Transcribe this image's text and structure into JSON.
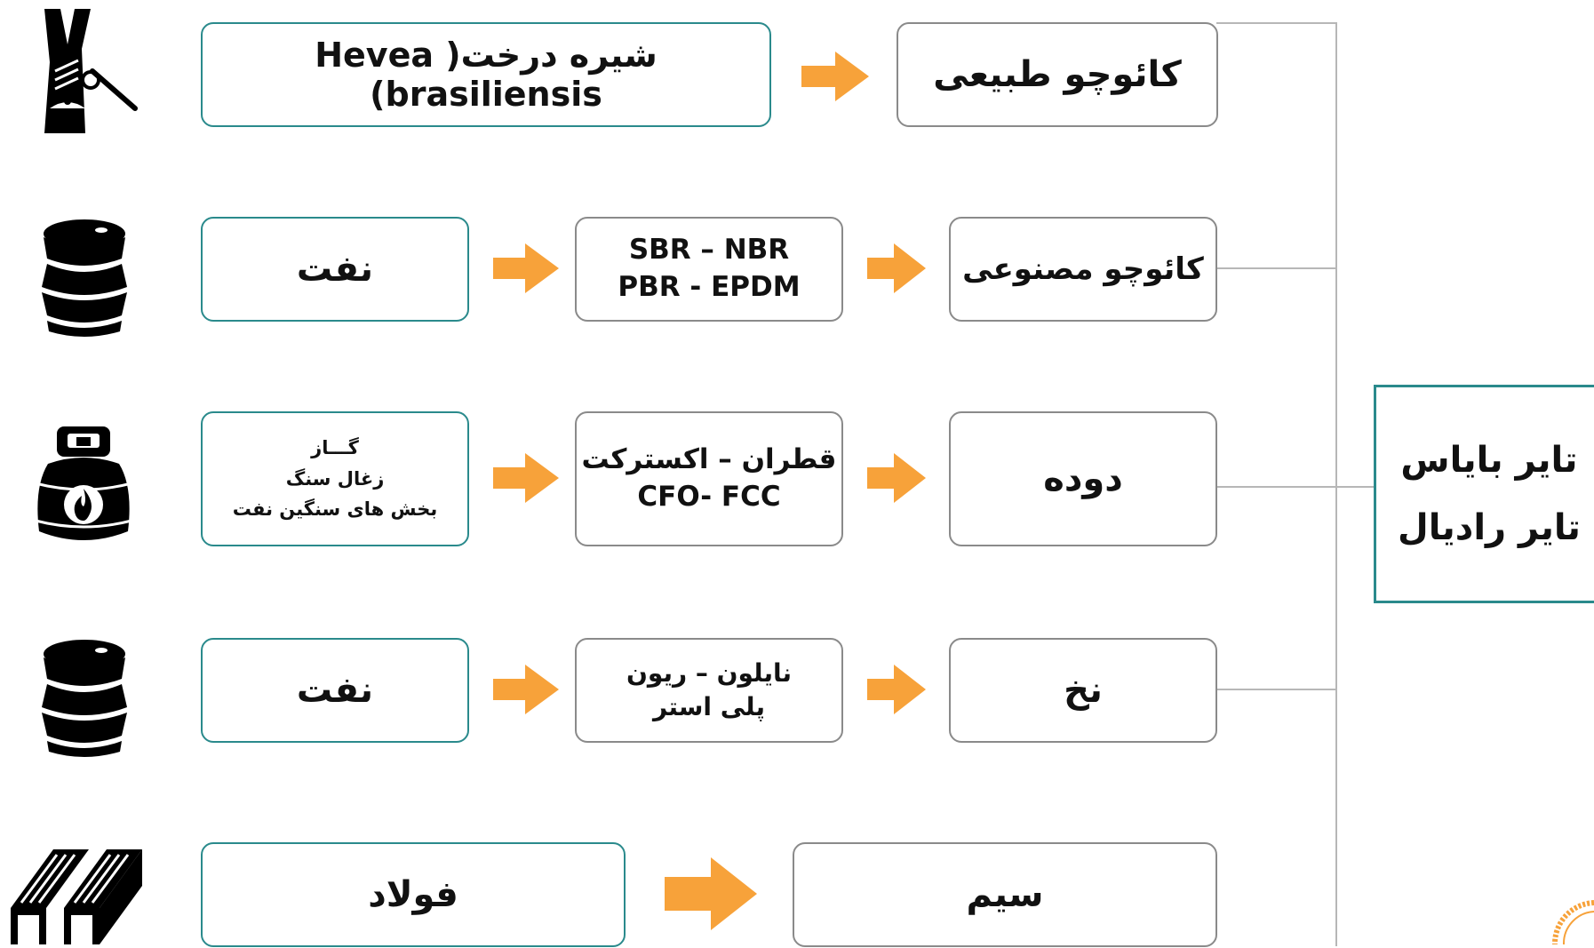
{
  "colors": {
    "teal": "#2a8a8c",
    "gray": "#8a8a8a",
    "arrow": "#f7a23a",
    "line": "#b7b7b7"
  },
  "rows": [
    {
      "icon": "tree-tap-icon",
      "source": {
        "text": "شیره درخت( Hevea brasiliensis)"
      },
      "product": "کائوچو طبیعی"
    },
    {
      "icon": "oil-barrel-icon",
      "source": {
        "text": "نفت"
      },
      "intermediate": [
        "SBR – NBR",
        "PBR - EPDM"
      ],
      "product": "کائوچو مصنوعی"
    },
    {
      "icon": "gas-cylinder-icon",
      "source": {
        "lines": [
          "گـــاز",
          "زغال سنگ",
          "بخش های سنگین نفت"
        ]
      },
      "intermediate": [
        "قطران – اکسترکت",
        "CFO- FCC"
      ],
      "product": "دوده"
    },
    {
      "icon": "oil-barrel-icon",
      "source": {
        "text": "نفت"
      },
      "intermediate": [
        "نایلون – ریون",
        "پلی استر"
      ],
      "product": "نخ"
    },
    {
      "icon": "steel-beams-icon",
      "source": {
        "text": "فولاد"
      },
      "product": "سیم"
    }
  ],
  "tire_types": [
    "تایر بایاس",
    "تایر رادیال"
  ]
}
